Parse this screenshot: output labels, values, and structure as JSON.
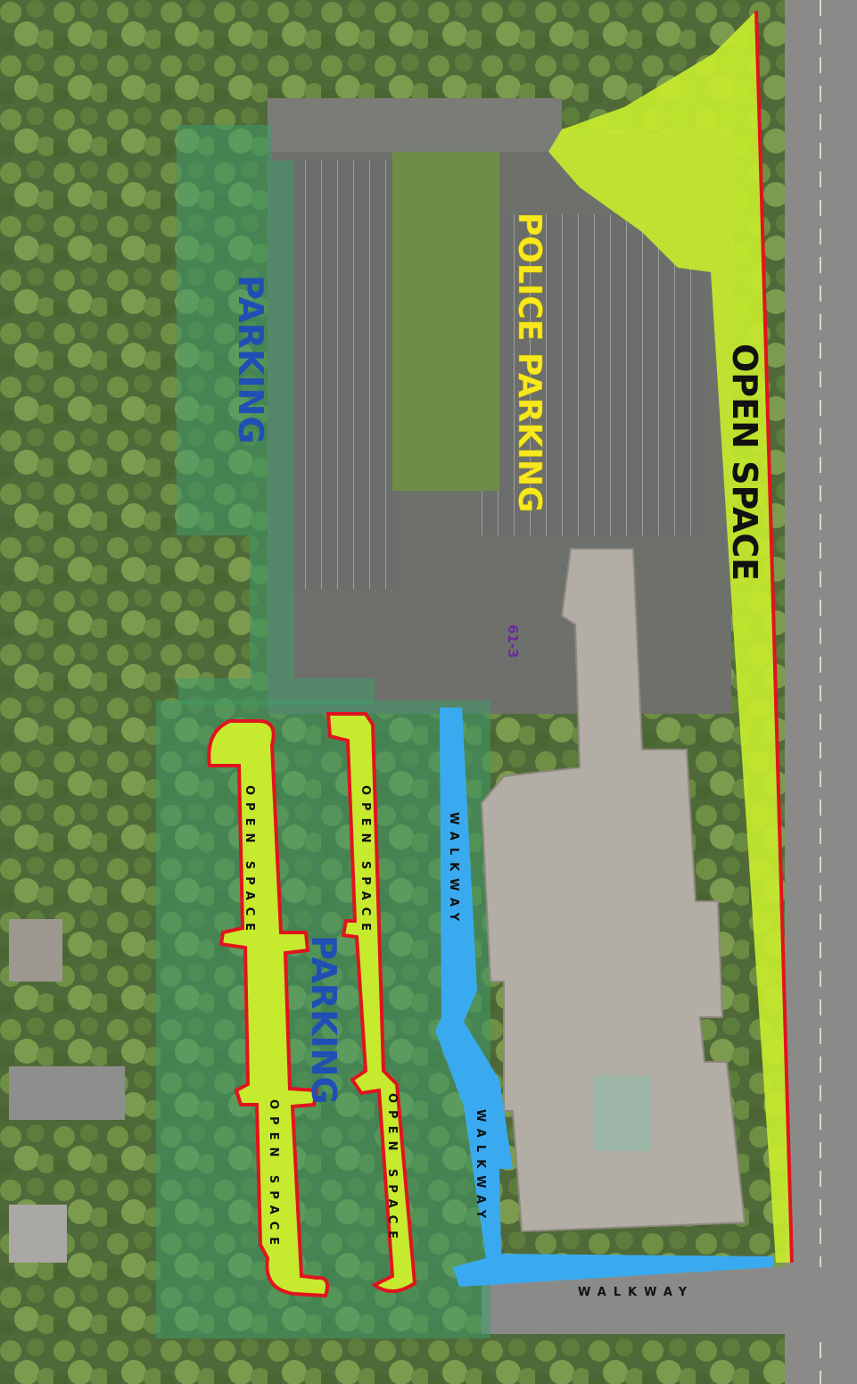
{
  "labels": {
    "parking_north": "PARKING",
    "police_parking": "POLICE PARKING",
    "open_space_east": "OPEN SPACE",
    "lot_number": "61-3",
    "parking_south": "PARKING",
    "open_space_a": "OPEN SPACE",
    "open_space_b": "OPEN SPACE",
    "open_space_c": "OPEN SPACE",
    "open_space_d": "OPEN SPACE",
    "walkway_1": "WALKWAY",
    "walkway_2": "WALKWAY",
    "walkway_3": "WALKWAY"
  },
  "colors": {
    "open_space_fill": "#c6ea2e",
    "open_space_border": "#e0141e",
    "walkway": "#3aaaf0",
    "parking_overlay": "#3f9a6a",
    "parking_label": "#1f4fb5",
    "police_label": "#f7e81f",
    "open_space_label": "#111111",
    "lot_label": "#6a2aa0"
  }
}
